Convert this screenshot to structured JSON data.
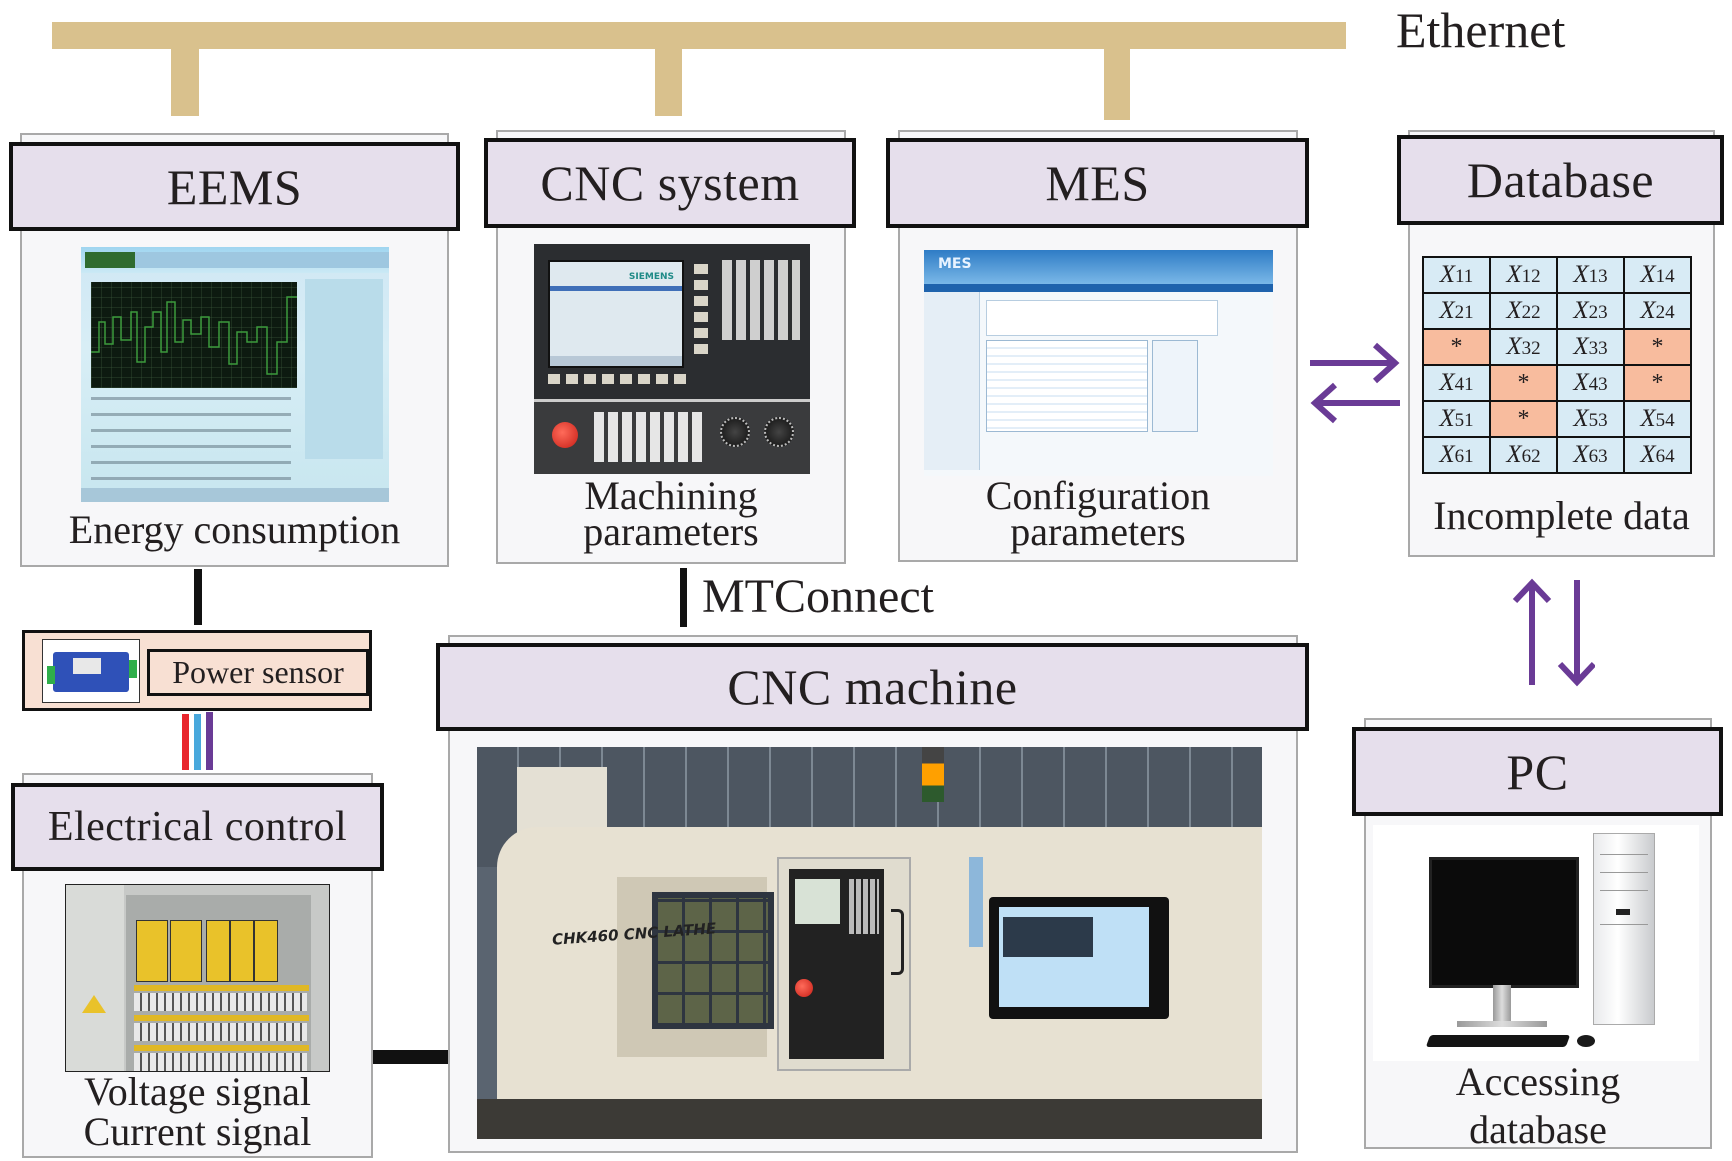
{
  "network": {
    "ethernet_label": "Ethernet",
    "mtconnect_label": "MTConnect",
    "bus_color": "#d9c18d",
    "arrow_color": "#6a3b96"
  },
  "eems": {
    "title": "EEMS",
    "caption": "Energy consumption",
    "screenshot": "energy-monitoring-software-screenshot"
  },
  "cnc_system": {
    "title": "CNC system",
    "caption_lines": [
      "Machining",
      "parameters"
    ],
    "screenshot": "siemens-cnc-control-panel",
    "brand_text": "SIEMENS"
  },
  "mes": {
    "title": "MES",
    "caption_lines": [
      "Configuration",
      "parameters"
    ],
    "screenshot": "mes-software-screenshot",
    "logo_text": "MES"
  },
  "database": {
    "title": "Database",
    "caption": "Incomplete data",
    "missing_color": "#f8bc9e",
    "present_color": "#d8ebf5",
    "table": [
      [
        {
          "v": "X",
          "s": "11"
        },
        {
          "v": "X",
          "s": "12"
        },
        {
          "v": "X",
          "s": "13"
        },
        {
          "v": "X",
          "s": "14"
        }
      ],
      [
        {
          "v": "X",
          "s": "21"
        },
        {
          "v": "X",
          "s": "22"
        },
        {
          "v": "X",
          "s": "23"
        },
        {
          "v": "X",
          "s": "24"
        }
      ],
      [
        {
          "v": "*",
          "missing": true
        },
        {
          "v": "X",
          "s": "32"
        },
        {
          "v": "X",
          "s": "33"
        },
        {
          "v": "*",
          "missing": true
        }
      ],
      [
        {
          "v": "X",
          "s": "41"
        },
        {
          "v": "*",
          "missing": true
        },
        {
          "v": "X",
          "s": "43"
        },
        {
          "v": "*",
          "missing": true
        }
      ],
      [
        {
          "v": "X",
          "s": "51"
        },
        {
          "v": "*",
          "missing": true
        },
        {
          "v": "X",
          "s": "53"
        },
        {
          "v": "X",
          "s": "54"
        }
      ],
      [
        {
          "v": "X",
          "s": "61"
        },
        {
          "v": "X",
          "s": "62"
        },
        {
          "v": "X",
          "s": "63"
        },
        {
          "v": "X",
          "s": "64"
        }
      ]
    ]
  },
  "power_sensor": {
    "label": "Power sensor",
    "wire_colors": [
      "#e8262d",
      "#49a8dc",
      "#6a3b96"
    ]
  },
  "electrical_control": {
    "title": "Electrical control",
    "caption_lines": [
      "Voltage signal",
      "Current signal"
    ],
    "photo": "electrical-cabinet-photo"
  },
  "cnc_machine": {
    "title": "CNC machine",
    "photo": "cnc-lathe-photo",
    "machine_label": "CHK460 CNC LATHE"
  },
  "pc": {
    "title": "PC",
    "caption_lines": [
      "Accessing",
      "database"
    ],
    "photo": "desktop-computer-photo"
  }
}
